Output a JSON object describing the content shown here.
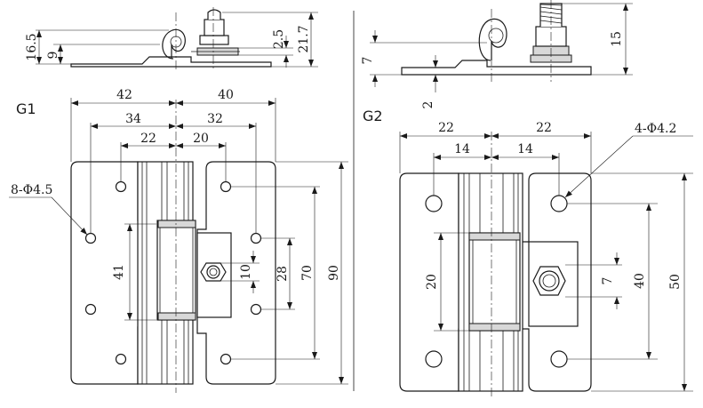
{
  "labels": {
    "g1": "G1",
    "g2": "G2"
  },
  "g1": {
    "top": {
      "d1": "16.5",
      "d2": "9",
      "d3": "2.5",
      "d4": "21.7"
    },
    "horiz": {
      "h1": "42",
      "h2": "40",
      "h3": "34",
      "h4": "32",
      "h5": "22",
      "h6": "20"
    },
    "vert": {
      "v1": "41",
      "v2": "10",
      "v3": "28",
      "v4": "70",
      "v5": "90"
    },
    "holes": "8-Φ4.5"
  },
  "g2": {
    "top": {
      "d1": "7",
      "d2": "2",
      "d3": "15"
    },
    "horiz": {
      "h1": "22",
      "h2": "22",
      "h3": "14",
      "h4": "14"
    },
    "vert": {
      "v1": "20",
      "v2": "7",
      "v3": "40",
      "v4": "50"
    },
    "holes": "4-Φ4.2"
  }
}
